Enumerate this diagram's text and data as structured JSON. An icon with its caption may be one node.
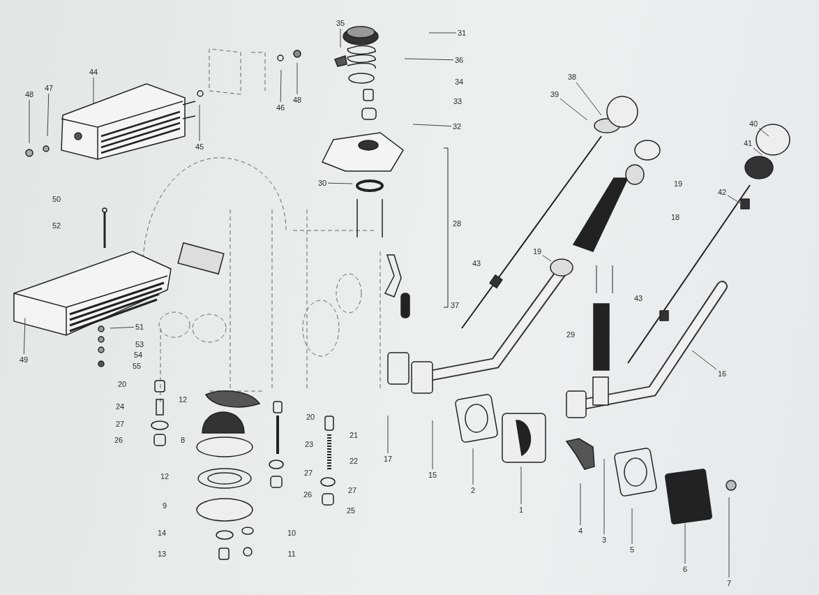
{
  "diagram": {
    "nodes": [
      {
        "text": [
          "35"
        ]
      },
      {
        "text": [
          "31"
        ]
      },
      {
        "text": [
          "36"
        ]
      },
      {
        "text": [
          "44"
        ]
      },
      {
        "text": [
          "38"
        ]
      },
      {
        "text": [
          "47"
        ]
      },
      {
        "text": [
          "48"
        ]
      },
      {
        "text": [
          "39"
        ]
      },
      {
        "text": [
          "48"
        ]
      },
      {
        "text": [
          "46"
        ]
      },
      {
        "text": [
          "40"
        ]
      },
      {
        "text": [
          "32"
        ]
      },
      {
        "text": [
          "41"
        ]
      },
      {
        "text": [
          "45"
        ]
      },
      {
        "text": [
          "30"
        ]
      },
      {
        "text": [
          "42"
        ]
      },
      {
        "text": [
          "19"
        ]
      },
      {
        "text": [
          "51"
        ]
      },
      {
        "text": [
          "49"
        ]
      },
      {
        "text": [
          "16"
        ]
      },
      {
        "text": [
          "17"
        ]
      },
      {
        "text": [
          "15"
        ]
      },
      {
        "text": [
          "2"
        ]
      },
      {
        "text": [
          "1"
        ]
      },
      {
        "text": [
          "4"
        ]
      },
      {
        "text": [
          "3"
        ]
      },
      {
        "text": [
          "5"
        ]
      },
      {
        "text": [
          "6"
        ]
      },
      {
        "text": [
          "7"
        ]
      }
    ],
    "edges": [
      {
        "from": 0,
        "to": null,
        "arrow": "none"
      },
      {
        "from": 1,
        "to": null,
        "arrow": "none"
      },
      {
        "from": 2,
        "to": null,
        "arrow": "none"
      },
      {
        "from": 3,
        "to": null,
        "arrow": "none"
      },
      {
        "from": 4,
        "to": null,
        "arrow": "none"
      },
      {
        "from": 5,
        "to": null,
        "arrow": "none"
      },
      {
        "from": 6,
        "to": null,
        "arrow": "none"
      },
      {
        "from": 7,
        "to": null,
        "arrow": "none"
      },
      {
        "from": 8,
        "to": null,
        "arrow": "none"
      },
      {
        "from": 9,
        "to": null,
        "arrow": "none"
      },
      {
        "from": 10,
        "to": null,
        "arrow": "none"
      },
      {
        "from": 11,
        "to": null,
        "arrow": "none"
      },
      {
        "from": 12,
        "to": null,
        "arrow": "none"
      },
      {
        "from": 13,
        "to": null,
        "arrow": "none"
      },
      {
        "from": 14,
        "to": null,
        "arrow": "none"
      },
      {
        "from": 15,
        "to": null,
        "arrow": "none"
      },
      {
        "from": 16,
        "to": null,
        "arrow": "none"
      },
      {
        "from": 17,
        "to": null,
        "arrow": "none"
      },
      {
        "from": 18,
        "to": null,
        "arrow": "none"
      },
      {
        "from": 19,
        "to": null,
        "arrow": "none"
      },
      {
        "from": 20,
        "to": null,
        "arrow": "none"
      },
      {
        "from": 21,
        "to": null,
        "arrow": "none"
      },
      {
        "from": 22,
        "to": null,
        "arrow": "none"
      },
      {
        "from": 23,
        "to": null,
        "arrow": "none"
      },
      {
        "from": 24,
        "to": null,
        "arrow": "none"
      },
      {
        "from": 25,
        "to": null,
        "arrow": "none"
      },
      {
        "from": 26,
        "to": null,
        "arrow": "none"
      },
      {
        "from": 27,
        "to": null,
        "arrow": "none"
      },
      {
        "from": 28,
        "to": null,
        "arrow": "none"
      }
    ],
    "labels": [
      "34",
      "33",
      "19",
      "50",
      "52",
      "18",
      "28",
      "43",
      "37",
      "43",
      "29",
      "53",
      "54",
      "55",
      "20",
      "12",
      "24",
      "27",
      "26",
      "8",
      "20",
      "21",
      "23",
      "22",
      "12",
      "27",
      "27",
      "26",
      "25",
      "9",
      "14",
      "10",
      "13",
      "11"
    ]
  }
}
